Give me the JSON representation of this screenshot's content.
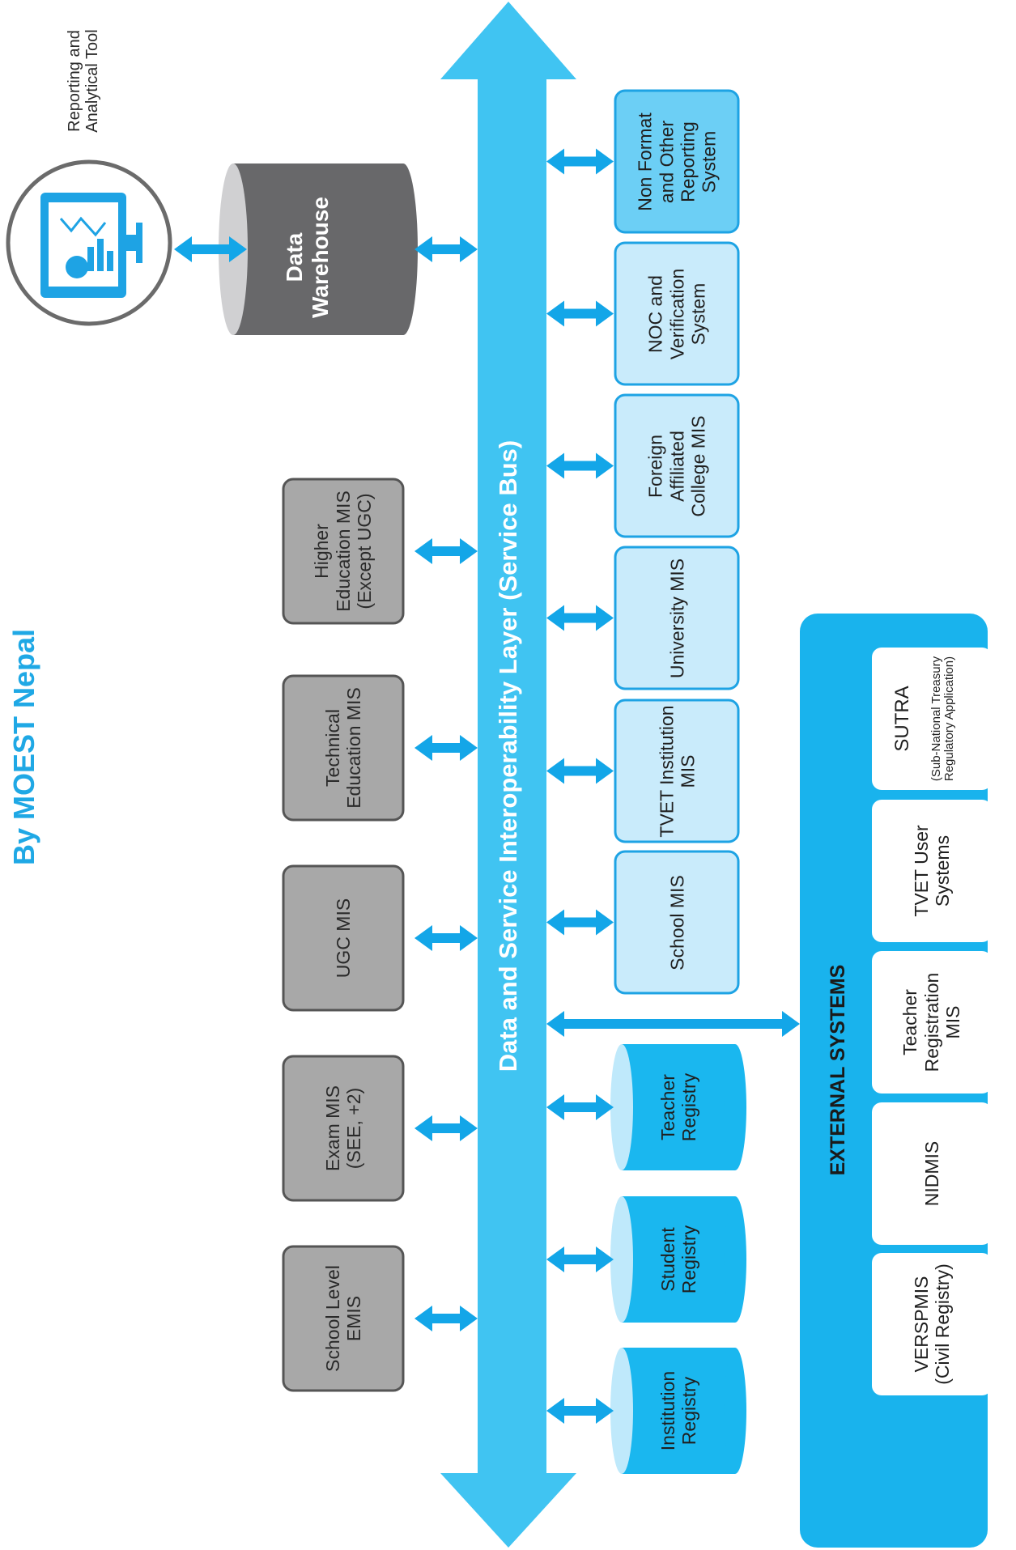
{
  "header": {
    "subtitle": "By MOEST Nepal"
  },
  "top": {
    "reporting_tool": "Reporting and Analytical Tool",
    "warehouse": "Data Warehouse"
  },
  "bus": {
    "label": "Data and Service Interoperability Layer (Service Bus)"
  },
  "left_systems": [
    "School Level EMIS",
    "Exam MIS (SEE, +2)",
    "UGC MIS",
    "Technical Education MIS",
    "Higher Education MIS (Except UGC)"
  ],
  "registries": [
    "Institution Registry",
    "Student Registry",
    "Teacher Registry"
  ],
  "right_systems": [
    "School MIS",
    "TVET Institution MIS",
    "University MIS",
    "Foreign Affiliated College MIS",
    "NOC and Verification System",
    "Non Format and Other Reporting System"
  ],
  "external": {
    "title": "EXTERNAL SYSTEMS",
    "items": [
      "VERSPMIS (Civil Registry)",
      "NIDMIS",
      "Teacher Registration MIS",
      "TVET User Systems"
    ],
    "sutra_main": "SUTRA",
    "sutra_sub": "(Sub-National Treasury Regulatory Application)"
  },
  "colors": {
    "bus": "#40c4f2",
    "arrow": "#13a6e8",
    "grey_box": "#a8a8a8",
    "light_blue_box": "#c9ebfb",
    "registry": "#1ab7ef",
    "external": "#19b3ed",
    "warehouse": "#68686a"
  }
}
